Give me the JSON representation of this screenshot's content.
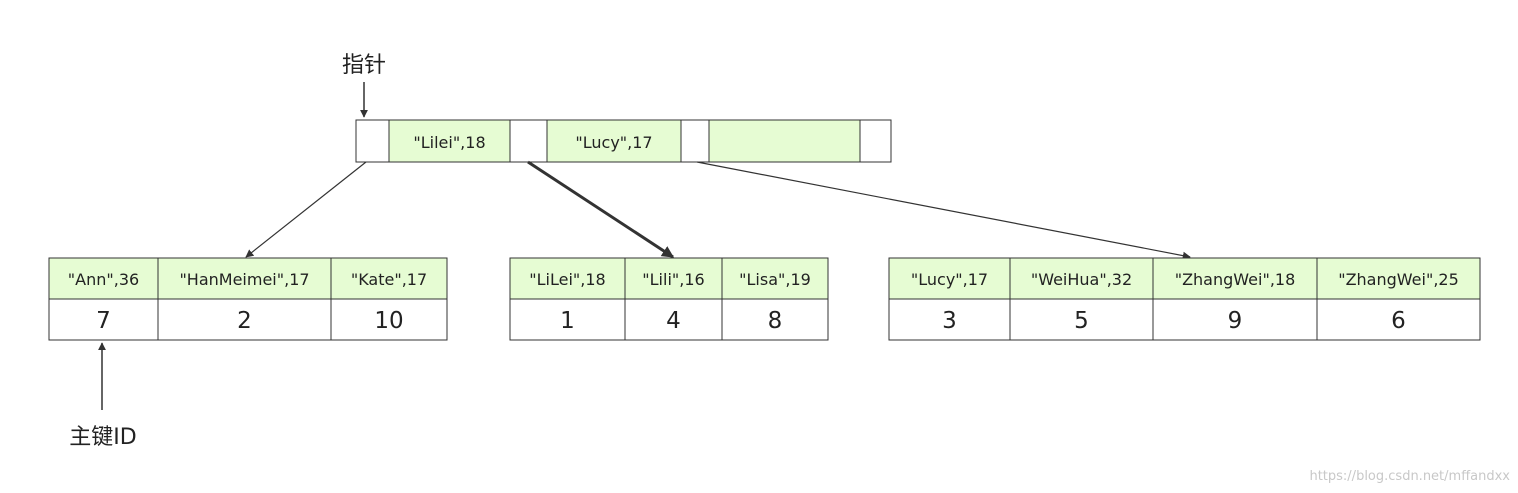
{
  "labels": {
    "pointer": "指针",
    "primary_key": "主键ID"
  },
  "root_node": {
    "keys": [
      "\"Lilei\",18",
      "\"Lucy\",17",
      ""
    ]
  },
  "leaf_nodes": [
    {
      "keys": [
        "\"Ann\",36",
        "\"HanMeimei\",17",
        "\"Kate\",17"
      ],
      "ids": [
        "7",
        "2",
        "10"
      ]
    },
    {
      "keys": [
        "\"LiLei\",18",
        "\"Lili\",16",
        "\"Lisa\",19"
      ],
      "ids": [
        "1",
        "4",
        "8"
      ]
    },
    {
      "keys": [
        "\"Lucy\",17",
        "\"WeiHua\",32",
        "\"ZhangWei\",18",
        "\"ZhangWei\",25"
      ],
      "ids": [
        "3",
        "5",
        "9",
        "6"
      ]
    }
  ],
  "watermark": "https://blog.csdn.net/mffandxx",
  "colors": {
    "key_fill": "#e6fcd3",
    "pointer_fill": "#ffffff",
    "stroke": "#333333"
  }
}
